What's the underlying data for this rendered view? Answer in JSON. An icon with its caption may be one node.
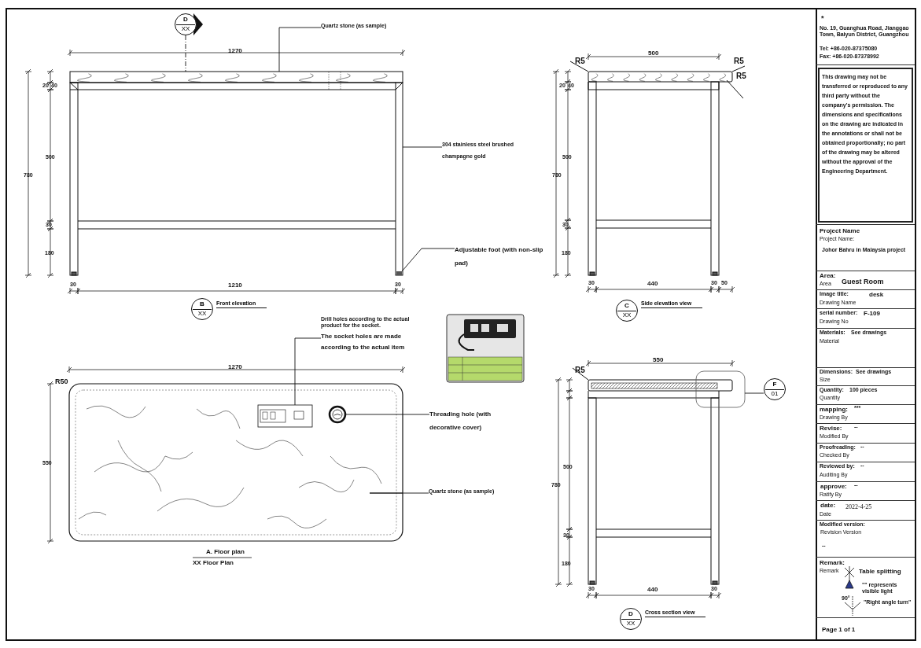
{
  "diagram": {
    "nodes": [
      {
        "text": [
          "Quartz stone (as sample)"
        ]
      },
      {
        "text": [],
        "shape": "bar"
      },
      {
        "text": [
          "304 stainless steel brushed champagne gold"
        ]
      },
      {
        "text": [],
        "shape": "bar"
      },
      {
        "text": [
          "Adjustable foot (with non-slip pad)"
        ]
      },
      {
        "text": [],
        "shape": "box",
        "in": 3
      },
      {
        "text": [
          "Drill holes according to the actual product for the socket.",
          "The socket holes are made according to the actual item"
        ]
      },
      {
        "text": [],
        "shape": "box",
        "in": 11
      },
      {
        "text": [
          "Threading hole (with decorative cover)"
        ]
      },
      {
        "text": [],
        "shape": "circle",
        "in": 11
      },
      {
        "text": [
          "Quartz stone (as sample)"
        ]
      },
      {
        "text": [],
        "shape": "box"
      },
      {
        "text": [
          "F",
          "01"
        ]
      },
      {
        "text": [],
        "shape": "box"
      },
      {
        "text": [
          "D",
          "XX"
        ]
      },
      {
        "text": [
          "B",
          "XX"
        ],
        "beside": [
          "Front elevation"
        ]
      },
      {
        "text": [
          "C",
          "XX"
        ],
        "beside": [
          "Side elevation view"
        ]
      },
      {
        "text": [
          "D",
          "XX"
        ],
        "beside": [
          "Cross section view"
        ]
      }
    ],
    "edges": [
      {
        "from": 0,
        "to": 1,
        "arrow": "none"
      },
      {
        "from": 2,
        "to": 3,
        "arrow": "none"
      },
      {
        "from": 4,
        "to": 5,
        "arrow": "none"
      },
      {
        "from": 6,
        "to": 7,
        "arrow": "none"
      },
      {
        "from": 8,
        "to": 9,
        "arrow": "none"
      },
      {
        "from": 10,
        "to": 11,
        "arrow": "none"
      },
      {
        "from": 12,
        "to": 13,
        "arrow": "none"
      },
      {
        "from": 14,
        "to": 1,
        "arrow": "none",
        "style": "dashed"
      }
    ],
    "labels": [
      "1270",
      "20",
      "40",
      "500",
      "780",
      "30",
      "180",
      "30",
      "1210",
      "30",
      "500",
      "R5",
      "R5",
      "R5",
      "20",
      "40",
      "500",
      "780",
      "30",
      "180",
      "30",
      "440",
      "30",
      "50",
      "550",
      "R5",
      "500",
      "780",
      "30",
      "180",
      "30",
      "440",
      "30",
      "1270",
      "R50",
      "550",
      "A. Floor plan",
      "XX Floor Plan",
      "*",
      "No. 19, Guanghua Road, Jianggao Town, Baiyun District, Guangzhou",
      "Tel: +86-020-87375080",
      "Fax: +86-020-87378992",
      "This drawing may not be transferred or reproduced to any third party without the company's permission. The dimensions and specifications on the drawing are indicated in the annotations or shall not be obtained proportionally; no part of the drawing may be altered without the approval of the Engineering Department.",
      "Project Name",
      "Project Name:",
      "Johor Bahru in Malaysia project",
      "Area:",
      "Area",
      "Guest Room",
      "Image title:",
      "desk",
      "Drawing Name",
      "serial number:",
      "F-109",
      "Drawing No",
      "Materials:",
      "See drawings",
      "Material",
      "Dimensions:",
      "See drawings",
      "Size",
      "Quantity:",
      "100 pieces",
      "Quantity",
      "mapping:",
      "***",
      "Drawing By",
      "Revise:",
      "--",
      "Modified By",
      "Proofreading:",
      "--",
      "Checked By",
      "Reviewed by:",
      "--",
      "Auditing By",
      "approve:",
      "--",
      "Ratify By",
      "date:",
      "2022-4-25",
      "Date",
      "Modified version:",
      "Revision Version",
      "--",
      "Remark:",
      "Remark",
      "Table splitting",
      "\"\" represents visible light",
      "90°",
      "\"Right angle turn\"",
      "Page 1 of 1"
    ]
  }
}
